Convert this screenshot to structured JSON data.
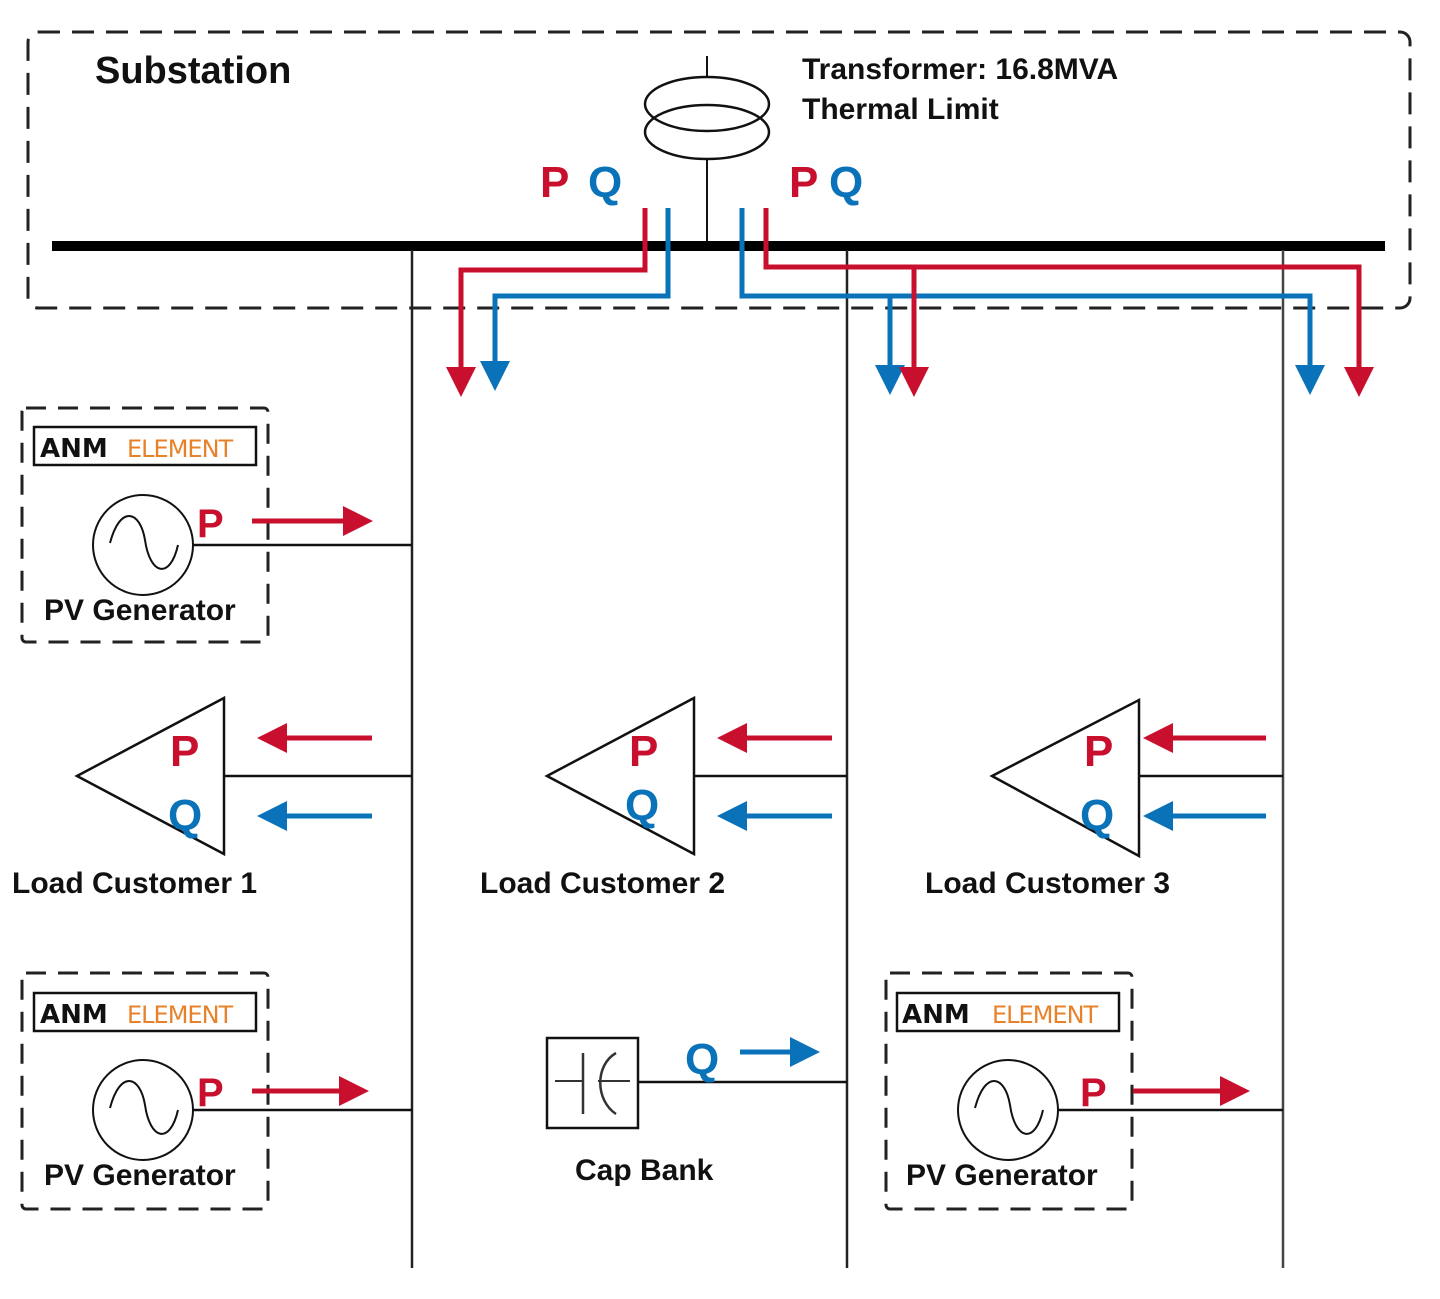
{
  "substation": {
    "label": "Substation",
    "transformer_line1": "Transformer: 16.8MVA",
    "transformer_line2": "Thermal Limit",
    "left_p": "P",
    "left_q": "Q",
    "right_p": "P",
    "right_q": "Q"
  },
  "colors": {
    "active_power": "#c8102e",
    "reactive_power": "#0a72b8",
    "anm_element": "#e8822a",
    "line": "#111111"
  },
  "pv_generators": [
    {
      "label": "PV Generator",
      "badge_part1": "ANM",
      "badge_part2": "ELEMENT",
      "flow": "P",
      "feeder": 1
    },
    {
      "label": "PV Generator",
      "badge_part1": "ANM",
      "badge_part2": "ELEMENT",
      "flow": "P",
      "feeder": 1
    },
    {
      "label": "PV Generator",
      "badge_part1": "ANM",
      "badge_part2": "ELEMENT",
      "flow": "P",
      "feeder": 3
    }
  ],
  "loads": [
    {
      "label": "Load Customer 1",
      "p": "P",
      "q": "Q",
      "feeder": 1
    },
    {
      "label": "Load Customer 2",
      "p": "P",
      "q": "Q",
      "feeder": 2
    },
    {
      "label": "Load Customer 3",
      "p": "P",
      "q": "Q",
      "feeder": 3
    }
  ],
  "cap_bank": {
    "label": "Cap Bank",
    "flow": "Q",
    "feeder": 2
  }
}
